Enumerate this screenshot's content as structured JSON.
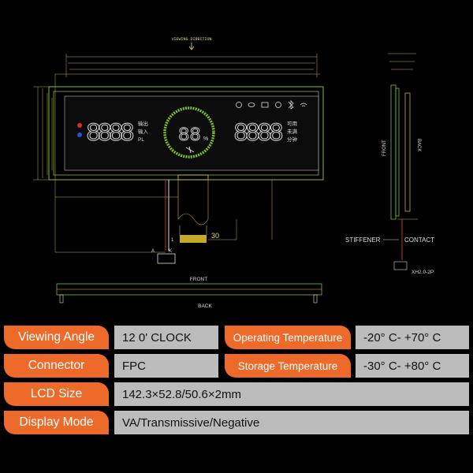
{
  "drawing": {
    "viewing_direction": "VIEWING DIRECTION",
    "front_label": "FRONT",
    "back_label": "BACK",
    "side_front": "FRONT",
    "side_back": "BACK",
    "stiffener": "STIFFENER",
    "contact": "CONTACT",
    "connector_part": "XH2.0-2P",
    "tail_length": "30",
    "pin_a": "A",
    "pin_k": "K",
    "pin_1": "1",
    "lcd_left_chars": [
      "输出",
      "输入",
      "PL"
    ],
    "lcd_right_chars": [
      "可用",
      "未满",
      "分钟"
    ],
    "lcd_left_digits": "8888",
    "lcd_center_digits": "88",
    "lcd_center_unit": "%",
    "lcd_right_digits": "8888"
  },
  "specs": [
    {
      "label": "Viewing Angle",
      "value": "12 0' CLOCK"
    },
    {
      "label": "Operating Temperature",
      "value": "-20°  C- +70°  C"
    },
    {
      "label": "Connector",
      "value": "FPC"
    },
    {
      "label": "Storage Temperature",
      "value": "-30°  C- +80°  C"
    },
    {
      "label": "LCD Size",
      "value": "142.3×52.8/50.6×2mm"
    },
    {
      "label": "Display Mode",
      "value": "VA/Transmissive/Negative"
    }
  ],
  "colors": {
    "accent_orange": "#ee6a2a",
    "value_gray": "#bcbcbc",
    "drawing_green": "#7fbf2a",
    "drawing_yellow": "#e8c830",
    "dimension_text": "#e0d060"
  }
}
